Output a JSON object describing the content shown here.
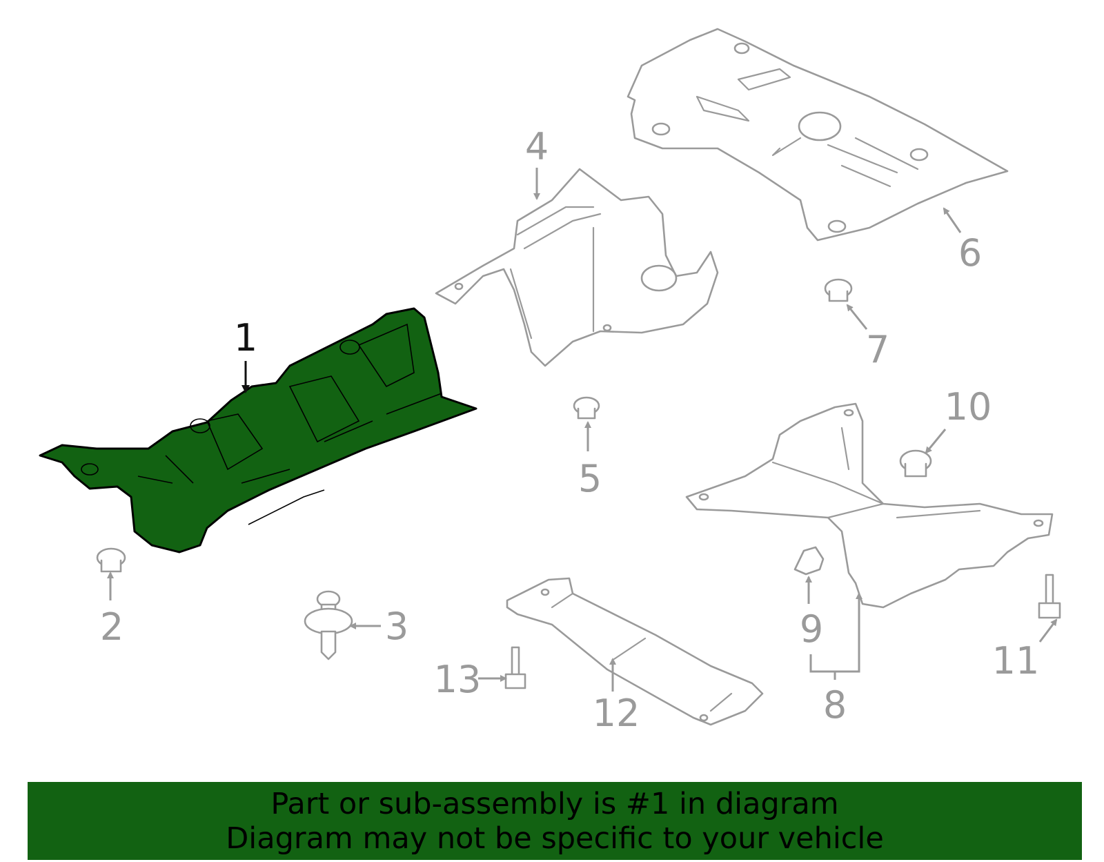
{
  "callouts": {
    "c1": "1",
    "c2": "2",
    "c3": "3",
    "c4": "4",
    "c5": "5",
    "c6": "6",
    "c7": "7",
    "c8": "8",
    "c9": "9",
    "c10": "10",
    "c11": "11",
    "c12": "12",
    "c13": "13"
  },
  "highlight_color": "#126212",
  "banner": {
    "line1": "Part or sub-assembly is #1 in diagram",
    "line2": "Diagram may not be specific to your vehicle"
  }
}
